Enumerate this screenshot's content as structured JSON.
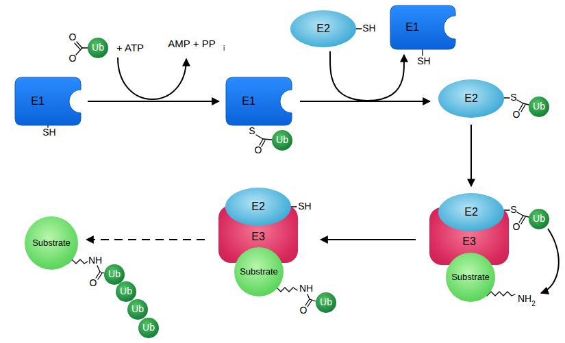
{
  "diagram": {
    "nodes": [
      {
        "text": [
          "Ub"
        ]
      },
      {
        "text": [
          "E2"
        ]
      },
      {
        "text": [
          "E1"
        ]
      },
      {
        "text": [
          "E1"
        ]
      },
      {
        "text": [
          "E1"
        ]
      },
      {
        "text": [
          "Ub"
        ]
      },
      {
        "text": [
          "E2"
        ]
      },
      {
        "text": [
          "Ub"
        ]
      },
      {
        "text": [
          "E3"
        ]
      },
      {
        "text": [
          "E2"
        ]
      },
      {
        "text": [
          "Ub"
        ]
      },
      {
        "text": [
          "Substrate"
        ]
      },
      {
        "text": [
          "E3"
        ]
      },
      {
        "text": [
          "E2"
        ]
      },
      {
        "text": [
          "Substrate"
        ]
      },
      {
        "text": [
          "Ub"
        ]
      },
      {
        "text": [
          "Substrate"
        ]
      },
      {
        "text": [
          "Ub"
        ]
      },
      {
        "text": [
          "Ub"
        ]
      },
      {
        "text": [
          "Ub"
        ]
      },
      {
        "text": [
          "Ub"
        ]
      }
    ],
    "edges": [
      {
        "from": 3,
        "to": 4,
        "arrow": "to"
      },
      {
        "from": 4,
        "to": 6,
        "arrow": "to"
      },
      {
        "from": 1,
        "to": 2,
        "arrow": "to"
      },
      {
        "from": 6,
        "to": 9,
        "arrow": "to"
      },
      {
        "from": 8,
        "to": 12,
        "arrow": "to"
      },
      {
        "from": 12,
        "to": 16,
        "arrow": "to"
      }
    ],
    "labels": [
      "O",
      "O",
      "+ ATP",
      "AMP + PP",
      "i",
      "SH",
      "SH",
      "SH",
      "S",
      "O",
      "S",
      "O",
      "S",
      "O",
      "NH",
      "2",
      "SH",
      "NH",
      "O",
      "NH",
      "O"
    ]
  }
}
